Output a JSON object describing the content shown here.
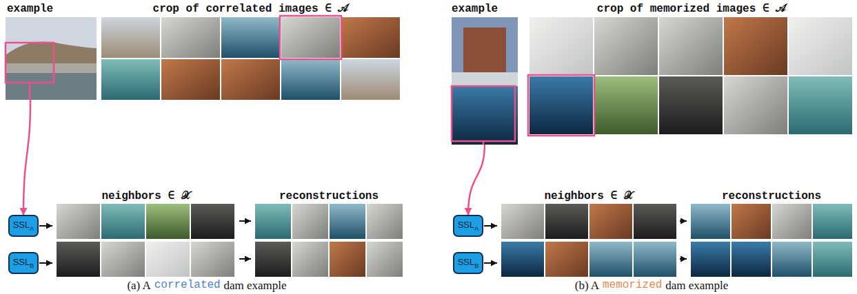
{
  "diagram": {
    "nodes": [
      {
        "text": [
          "example"
        ]
      },
      {
        "text": [
          "crop of correlated images ∈ 𝒜"
        ]
      },
      {
        "text": [
          "SSL",
          "A"
        ]
      },
      {
        "text": [
          "SSL",
          "B"
        ]
      },
      {
        "text": [
          "neighbors ∈ 𝒳"
        ]
      },
      {
        "text": [
          "reconstructions"
        ]
      },
      {
        "text": [
          "example"
        ]
      },
      {
        "text": [
          "crop of memorized images ∈ 𝒜"
        ]
      },
      {
        "text": [
          "SSL",
          "A"
        ]
      },
      {
        "text": [
          "SSL",
          "B"
        ]
      },
      {
        "text": [
          "neighbors ∈ 𝒳"
        ]
      },
      {
        "text": [
          "reconstructions"
        ]
      }
    ],
    "edges": [
      {
        "from": 0,
        "to": 2,
        "arrow": "to"
      },
      {
        "from": 2,
        "to": 4,
        "arrow": "to"
      },
      {
        "from": 3,
        "to": 4,
        "arrow": "to"
      },
      {
        "from": 4,
        "to": 5,
        "arrow": "to"
      },
      {
        "from": 4,
        "to": 5,
        "arrow": "to"
      },
      {
        "from": 6,
        "to": 8,
        "arrow": "to"
      },
      {
        "from": 8,
        "to": 10,
        "arrow": "to"
      },
      {
        "from": 9,
        "to": 10,
        "arrow": "to"
      },
      {
        "from": 10,
        "to": 11,
        "arrow": "to"
      },
      {
        "from": 10,
        "to": 11,
        "arrow": "to"
      }
    ],
    "labels": [
      "(a) A",
      "correlated",
      "dam example",
      "(b) A",
      "memorized",
      "dam example"
    ]
  }
}
